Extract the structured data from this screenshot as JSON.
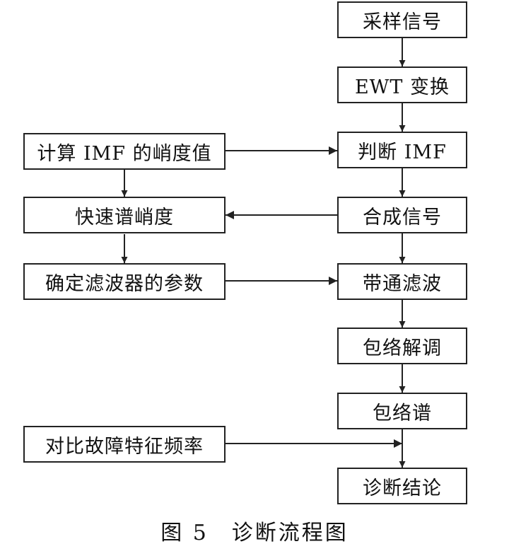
{
  "nodes": {
    "sampling": "采样信号",
    "ewt": "EWT 变换",
    "judge_imf": "判断 IMF",
    "synthesis": "合成信号",
    "bandpass": "带通滤波",
    "demodulation": "包络解调",
    "envelope_spectrum": "包络谱",
    "conclusion": "诊断结论",
    "kurtosis_imf": "计算 IMF 的峭度值",
    "fast_kurtogram": "快速谱峭度",
    "filter_params": "确定滤波器的参数",
    "compare_fault": "对比故障特征频率"
  },
  "caption": "图 5　诊断流程图"
}
